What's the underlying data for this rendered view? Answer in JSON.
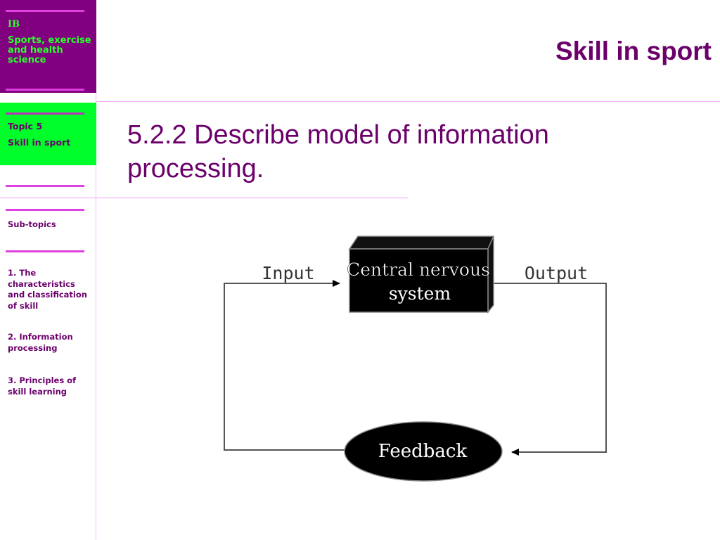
{
  "sidebar": {
    "ib": "IB",
    "course": "Sports, exercise and health science",
    "topic": "Topic 5",
    "topic_name": "Skill in sport",
    "subtopics_label": "Sub-topics",
    "subtopics": [
      "1. The characteristics and classification of skill",
      "2. Information processing",
      "3. Principles of skill learning"
    ]
  },
  "header": {
    "title": "Skill in sport"
  },
  "main": {
    "heading": "5.2.2 Describe model of information processing."
  },
  "diagram": {
    "input_label": "Input",
    "output_label": "Output",
    "cns_line1": "Central nervous",
    "cns_line2": "system",
    "feedback_label": "Feedback"
  },
  "colors": {
    "purple": "#800080",
    "green": "#00ff2a",
    "text_purple": "#6b006b",
    "pink_line": "#e040e0"
  }
}
